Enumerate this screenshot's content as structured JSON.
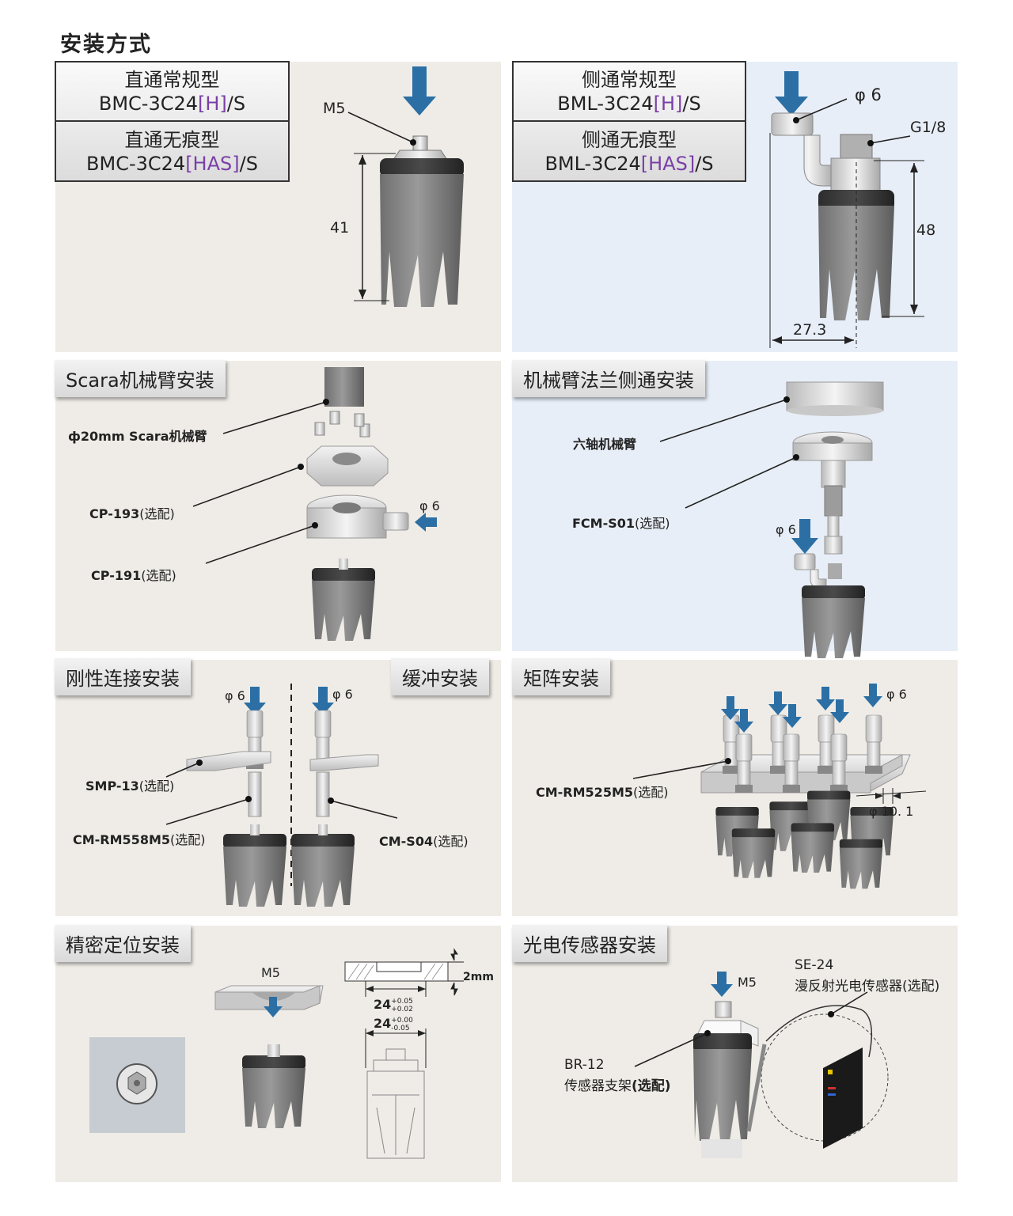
{
  "page_title": "安装方式",
  "top_left": {
    "models": [
      {
        "name": "直通常规型",
        "code_pre": "BMC-3C24",
        "code_opt": "[H]",
        "code_post": "/S"
      },
      {
        "name": "直通无痕型",
        "code_pre": "BMC-3C24",
        "code_opt": "[HAS]",
        "code_post": "/S"
      }
    ],
    "thread_label": "M5",
    "height_label": "41"
  },
  "top_right": {
    "models": [
      {
        "name": "侧通常规型",
        "code_pre": "BML-3C24",
        "code_opt": "[H]",
        "code_post": "/S"
      },
      {
        "name": "侧通无痕型",
        "code_pre": "BML-3C24",
        "code_opt": "[HAS]",
        "code_post": "/S"
      }
    ],
    "port_label": "φ 6",
    "thread_label": "G1/8",
    "height_label": "48",
    "offset_label": "27.3"
  },
  "scara": {
    "tab": "Scara机械臂安装",
    "arm_label": "ф20mm Scara机械臂",
    "part1_code": "CP-193",
    "part1_opt": "(选配)",
    "part2_code": "CP-191",
    "part2_opt": "(选配)",
    "port_label": "φ 6"
  },
  "flange": {
    "tab": "机械臂法兰侧通安装",
    "arm_label": "六轴机械臂",
    "part_code": "FCM-S01",
    "part_opt": "(选配)",
    "port_label": "φ 6"
  },
  "rigid": {
    "tab_left": "刚性连接安装",
    "tab_right": "缓冲安装",
    "port_left": "φ 6",
    "port_right": "φ 6",
    "part1_code": "SMP-13",
    "part1_opt": "(选配)",
    "part2_code": "CM-RM558M5",
    "part2_opt": "(选配)",
    "part3_code": "CM-S04",
    "part3_opt": "(选配)"
  },
  "matrix": {
    "tab": "矩阵安装",
    "port_label": "φ 6",
    "part_code": "CM-RM525M5",
    "part_opt": "(选配)",
    "hole_label": "φ 10. 1"
  },
  "precision": {
    "tab": "精密定位安装",
    "thread_label": "M5",
    "thickness_label": "2mm",
    "dim1_base": "24",
    "dim1_upper": "+0.05",
    "dim1_lower": "+0.02",
    "dim2_base": "24",
    "dim2_upper": "+0.00",
    "dim2_lower": "-0.05"
  },
  "sensor": {
    "tab": "光电传感器安装",
    "thread_label": "M5",
    "sensor_code": "SE-24",
    "sensor_desc": "漫反射光电传感器(选配)",
    "bracket_code": "BR-12",
    "bracket_desc": "传感器支架",
    "bracket_opt": "(选配)"
  },
  "colors": {
    "arrow": "#2b6fa5",
    "warm_bg": "#efece7",
    "blue_bg": "#e8eef7",
    "accent_purple": "#7a3fa8"
  }
}
